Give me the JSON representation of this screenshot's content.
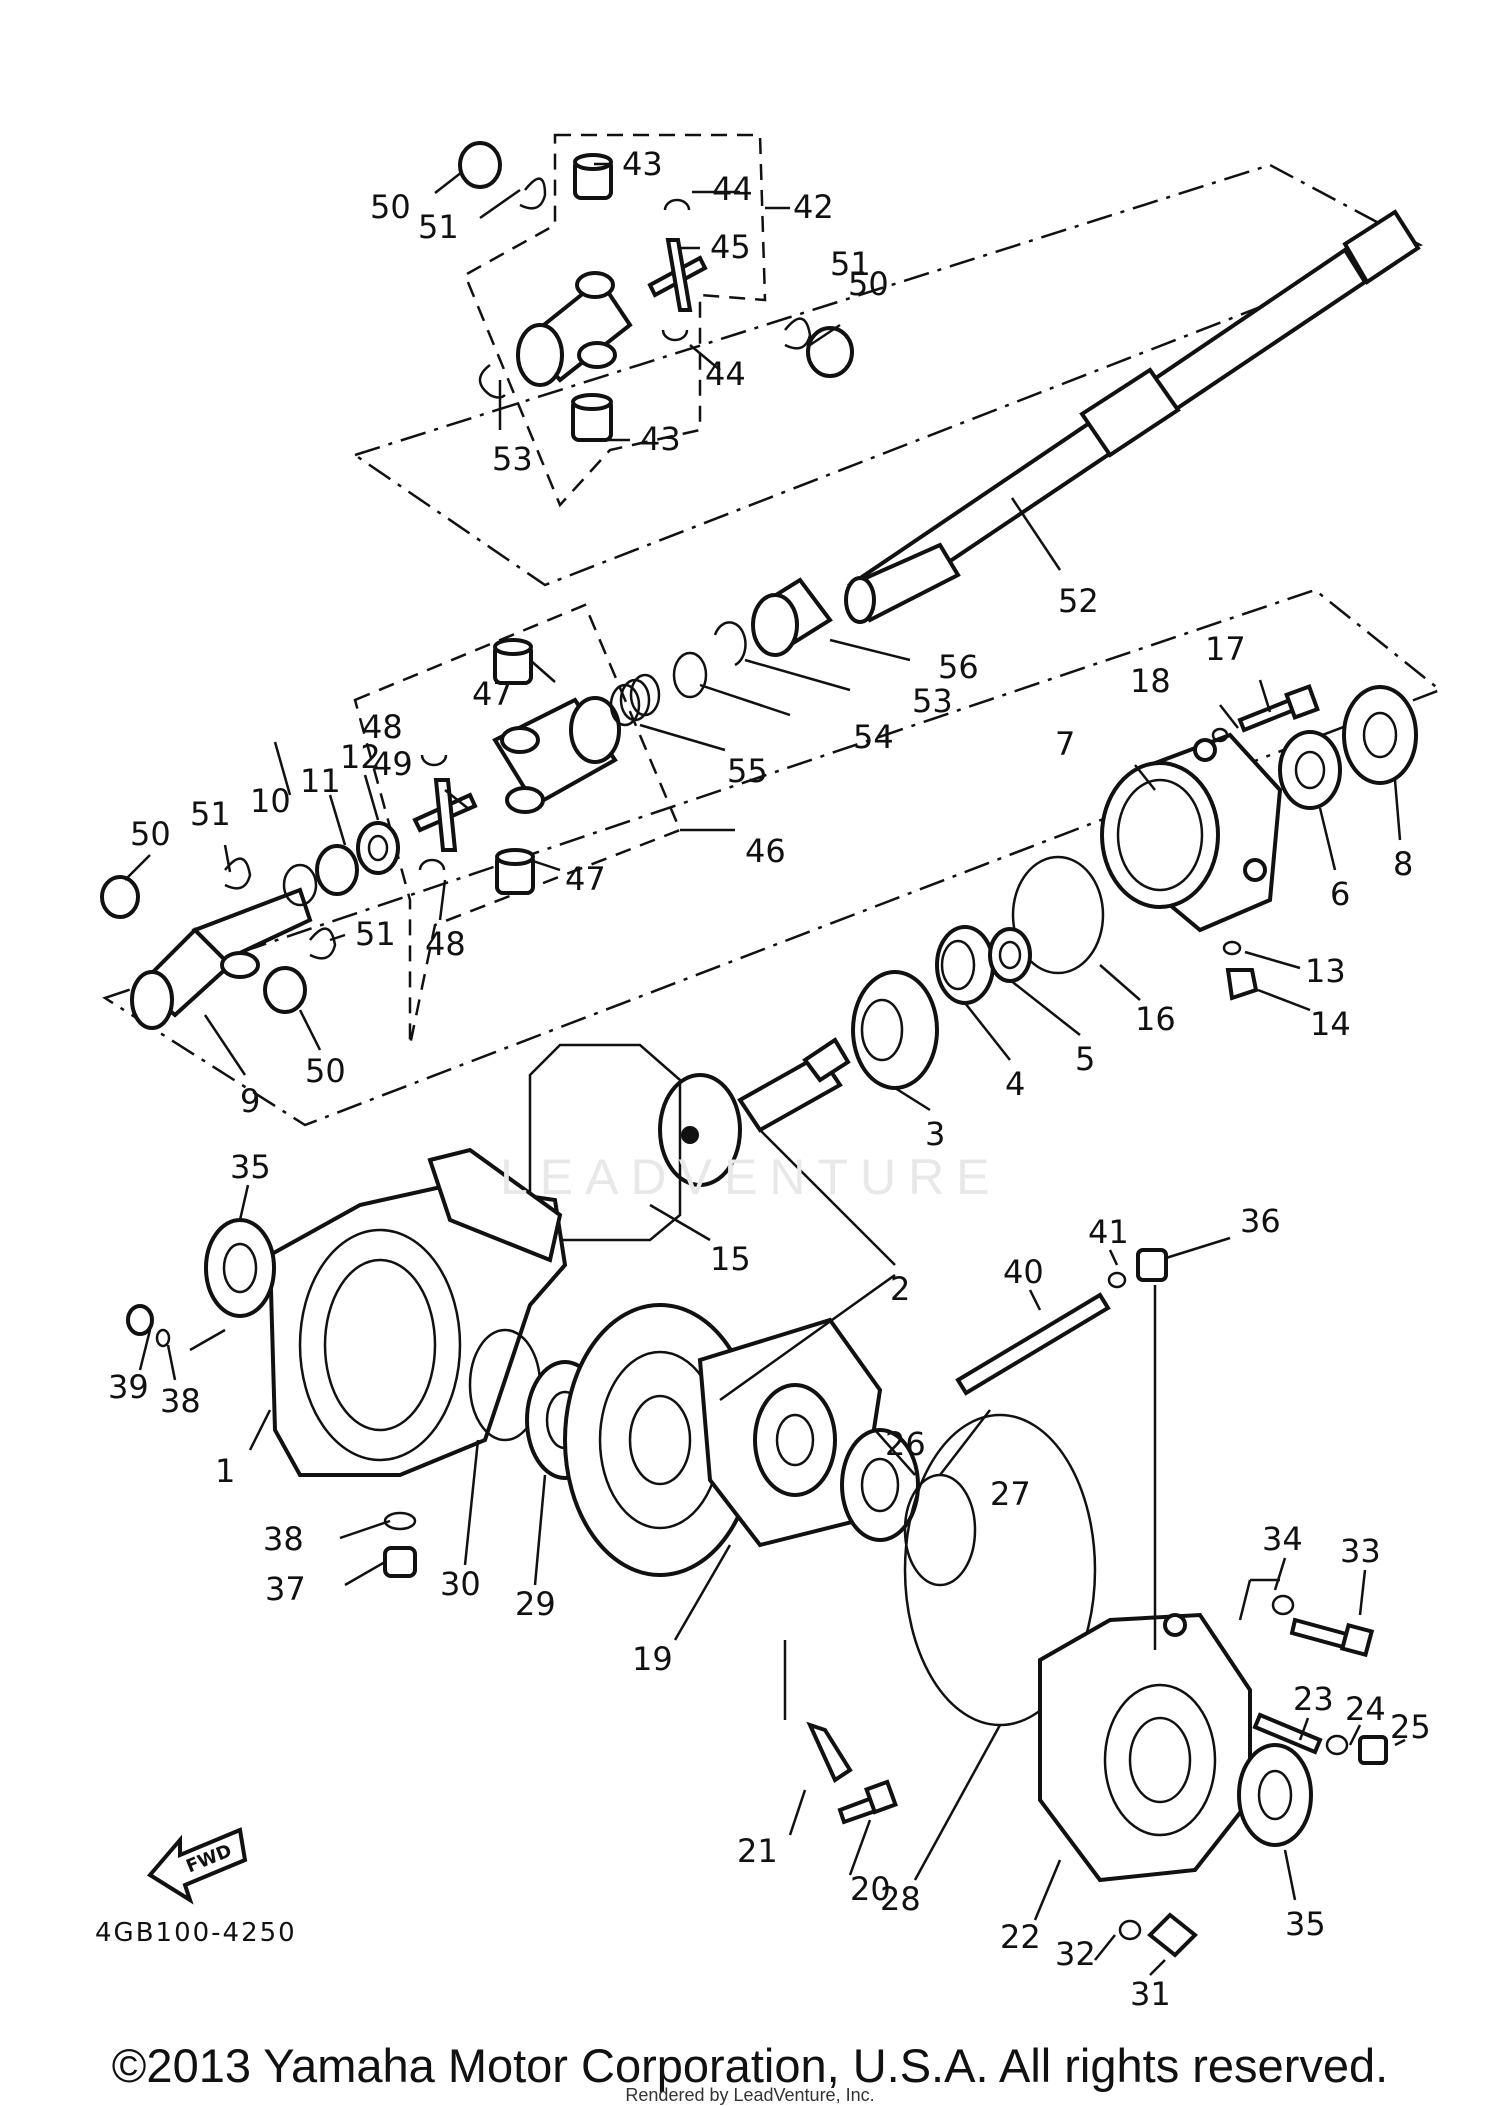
{
  "diagram": {
    "code": "4GB100-4250",
    "fwd_label": "FWD",
    "watermark": "LEADVENTURE",
    "copyright": "©2013 Yamaha Motor Corporation, U.S.A. All rights reserved.",
    "rendered_by": "Rendered by LeadVenture, Inc.",
    "callouts": [
      "1",
      "2",
      "3",
      "4",
      "5",
      "6",
      "7",
      "8",
      "9",
      "10",
      "11",
      "12",
      "13",
      "14",
      "15",
      "16",
      "17",
      "18",
      "19",
      "20",
      "21",
      "22",
      "23",
      "24",
      "25",
      "26",
      "27",
      "28",
      "29",
      "30",
      "31",
      "32",
      "33",
      "34",
      "35",
      "35",
      "36",
      "37",
      "38",
      "38",
      "39",
      "40",
      "41",
      "42",
      "43",
      "43",
      "44",
      "44",
      "45",
      "46",
      "47",
      "47",
      "48",
      "48",
      "49",
      "50",
      "50",
      "50",
      "50",
      "51",
      "51",
      "51",
      "51",
      "52",
      "53",
      "53",
      "54",
      "55",
      "56"
    ]
  },
  "colors": {
    "ink": "#111111",
    "background": "#ffffff",
    "watermark": "#e8e8e8"
  }
}
